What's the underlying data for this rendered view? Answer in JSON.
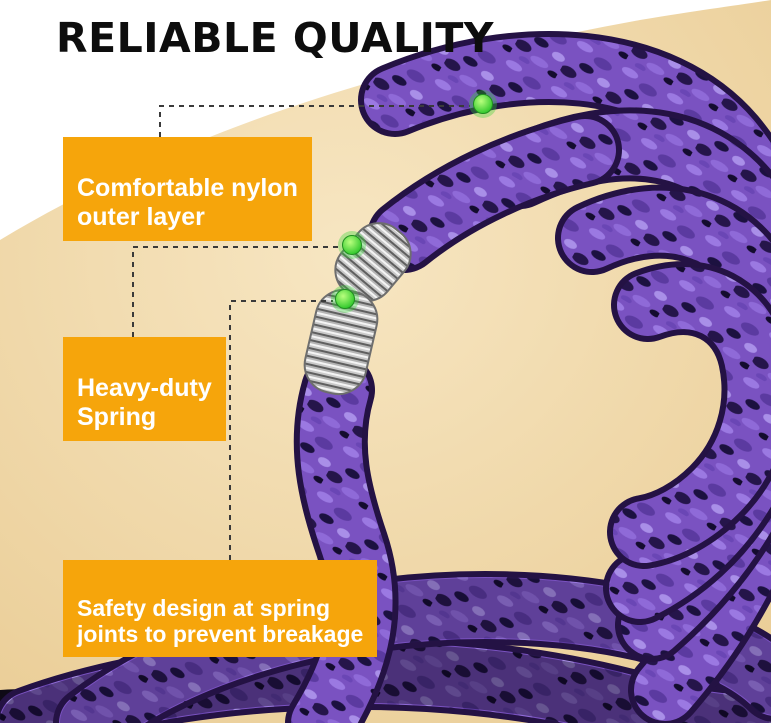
{
  "title": "RELIABLE QUALITY",
  "callouts": [
    {
      "id": "nylon-layer",
      "label": "Comfortable nylon\nouter layer"
    },
    {
      "id": "spring",
      "label": "Heavy-duty\nSpring"
    },
    {
      "id": "safety-design",
      "label": "Safety design at spring\njoints to prevent breakage"
    }
  ],
  "markers": [
    {
      "name": "nylon-outer-layer-marker"
    },
    {
      "name": "spring-marker"
    },
    {
      "name": "spring-joint-marker"
    }
  ],
  "colors": {
    "title_text": "#0d0d0d",
    "label_background": "#F6A50B",
    "label_text": "#FFFFFF",
    "leader_line": "#3a3a3a",
    "marker_green": "#35D435",
    "hose_purple": "#7A52C1",
    "background_tan": "#F0D8A6",
    "spring_silver": "#C9C9C9"
  }
}
